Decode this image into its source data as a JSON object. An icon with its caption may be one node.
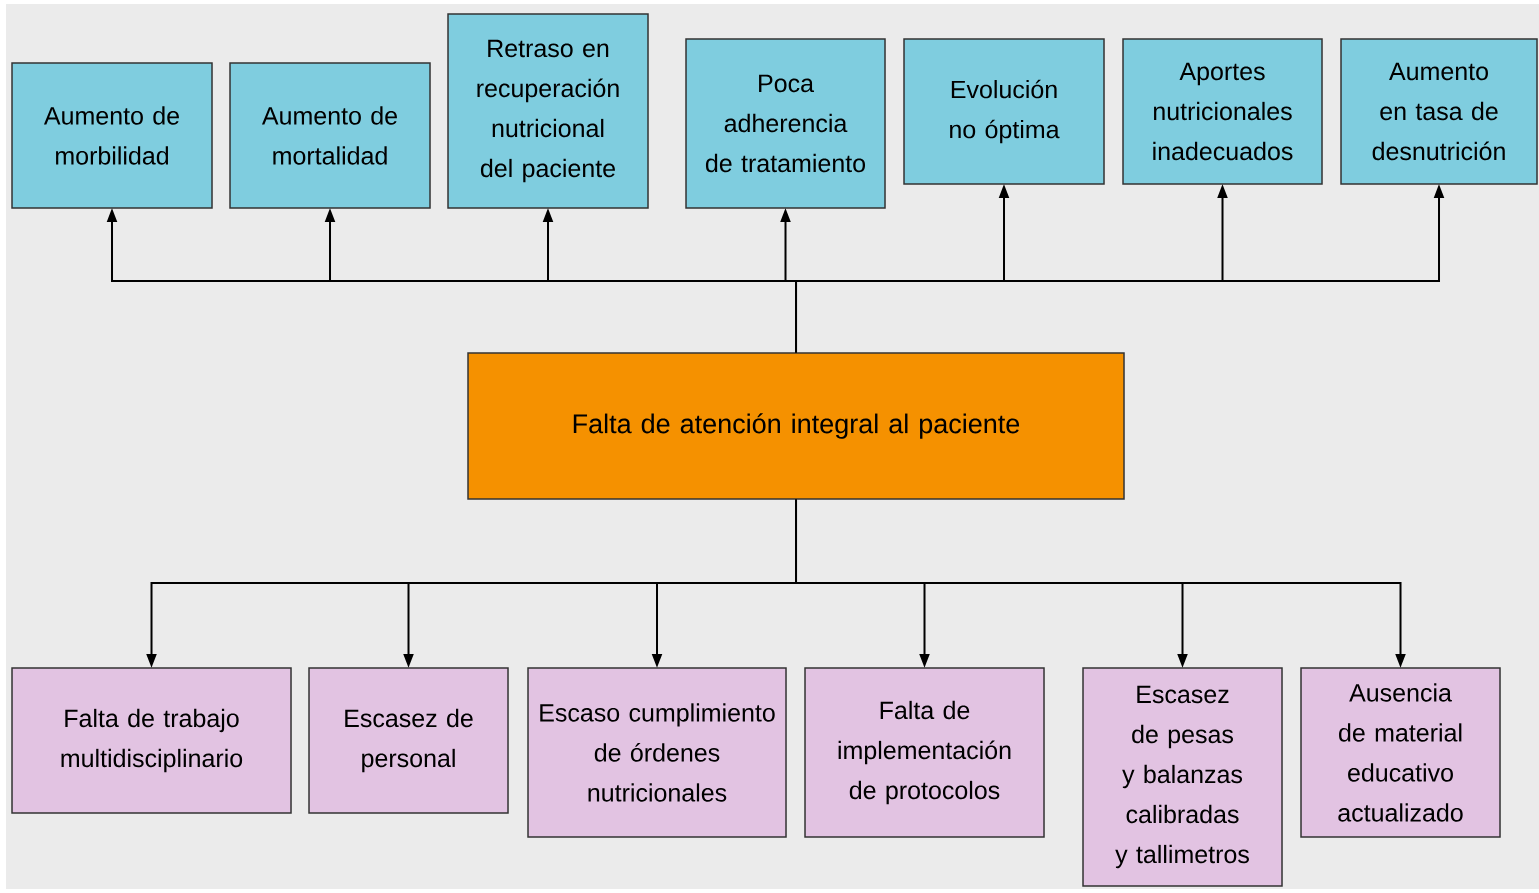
{
  "diagram": {
    "nodes": [
      {
        "text": [
          "Aumento de morbilidad"
        ]
      },
      {
        "text": [
          "Aumento de mortalidad"
        ]
      },
      {
        "text": [
          "Retraso en recuperación nutricional del paciente"
        ]
      },
      {
        "text": [
          "Poca adherencia de tratamiento"
        ]
      },
      {
        "text": [
          "Evolución no óptima"
        ]
      },
      {
        "text": [
          "Aportes nutricionales inadecuados"
        ]
      },
      {
        "text": [
          "Aumento en tasa de desnutrición"
        ]
      },
      {
        "text": [
          "Falta de atención integral al paciente"
        ]
      },
      {
        "text": [
          "Falta de trabajo multidisciplinario"
        ]
      },
      {
        "text": [
          "Escasez de personal"
        ]
      },
      {
        "text": [
          "Escaso cumplimiento de órdenes nutricionales"
        ]
      },
      {
        "text": [
          "Falta de implementación de protocolos"
        ]
      },
      {
        "text": [
          "Escasez de pesas y balanzas calibradas y tallimetros"
        ]
      },
      {
        "text": [
          "Ausencia de material educativo actualizado"
        ]
      }
    ],
    "edges": [
      {
        "from": 7,
        "to": 0,
        "arrow": "to"
      },
      {
        "from": 7,
        "to": 1,
        "arrow": "to"
      },
      {
        "from": 7,
        "to": 2,
        "arrow": "to"
      },
      {
        "from": 7,
        "to": 3,
        "arrow": "to"
      },
      {
        "from": 7,
        "to": 4,
        "arrow": "to"
      },
      {
        "from": 7,
        "to": 5,
        "arrow": "to"
      },
      {
        "from": 7,
        "to": 6,
        "arrow": "to"
      },
      {
        "from": 7,
        "to": 8,
        "arrow": "to"
      },
      {
        "from": 7,
        "to": 9,
        "arrow": "to"
      },
      {
        "from": 7,
        "to": 10,
        "arrow": "to"
      },
      {
        "from": 7,
        "to": 11,
        "arrow": "to"
      },
      {
        "from": 7,
        "to": 12,
        "arrow": "to"
      },
      {
        "from": 7,
        "to": 13,
        "arrow": "to"
      }
    ]
  }
}
